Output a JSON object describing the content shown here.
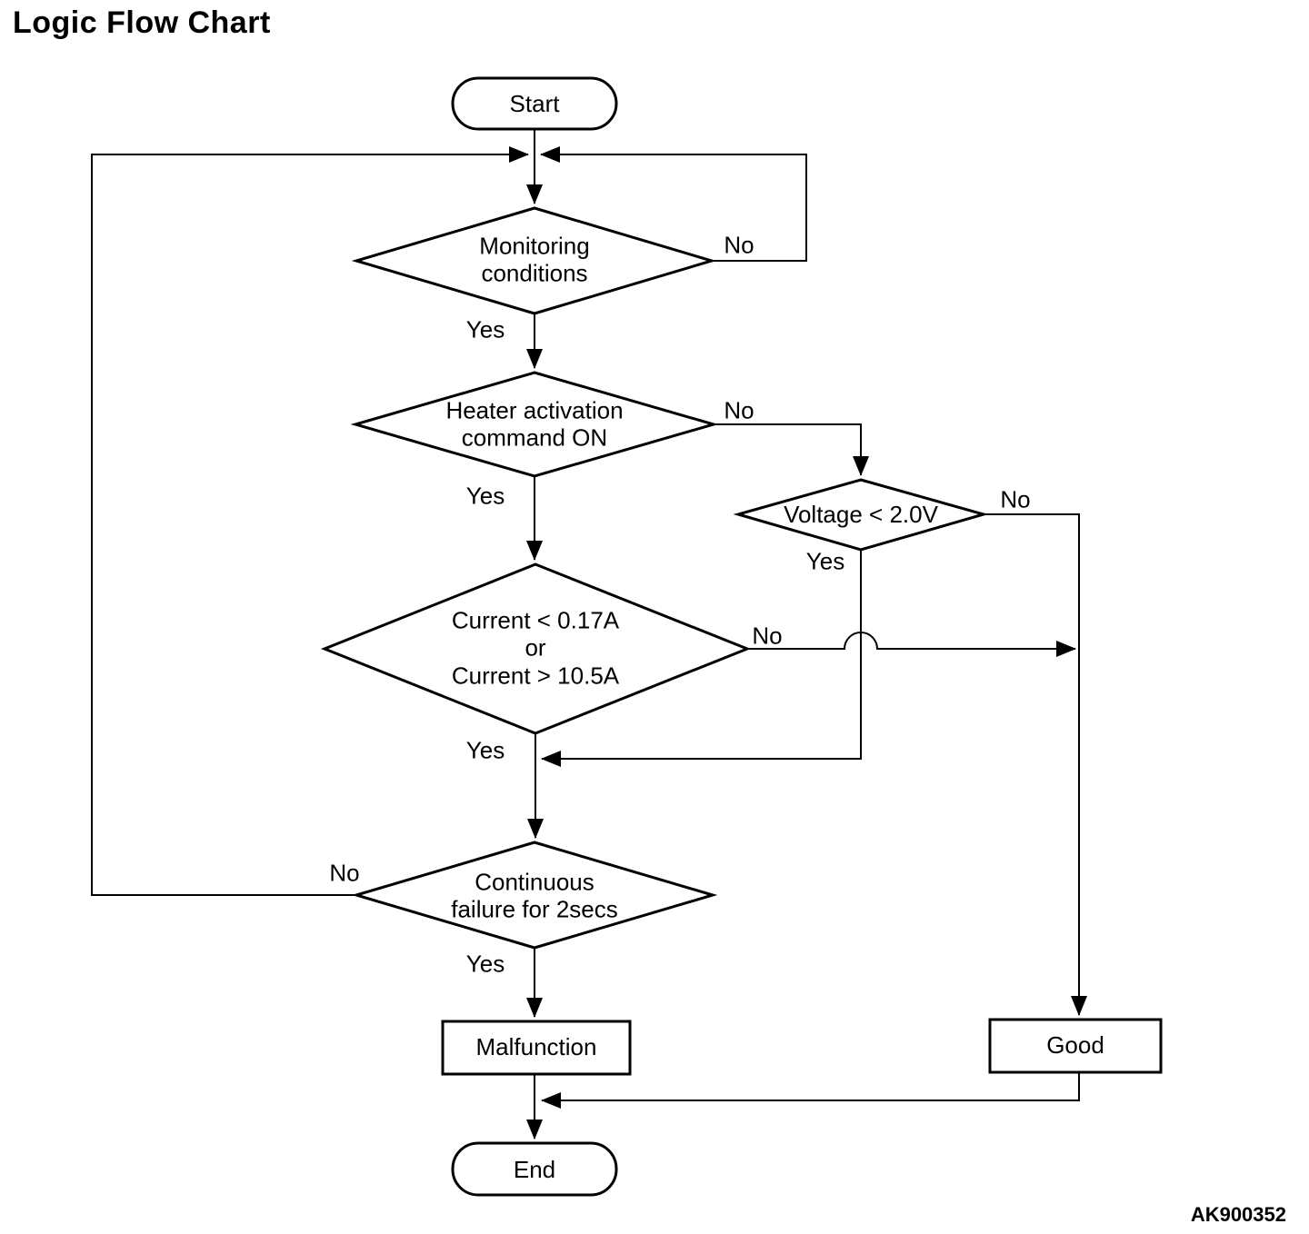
{
  "title": "Logic Flow Chart",
  "figure_code": "AK900352",
  "colors": {
    "line": "#000000",
    "background": "#ffffff"
  },
  "nodes": {
    "start": {
      "type": "terminator",
      "label": "Start"
    },
    "monitoring": {
      "type": "decision",
      "label": "Monitoring\nconditions"
    },
    "heater": {
      "type": "decision",
      "label": "Heater activation\ncommand ON"
    },
    "voltage": {
      "type": "decision",
      "label": "Voltage < 2.0V"
    },
    "current": {
      "type": "decision",
      "label": "Current < 0.17A\nor\nCurrent > 10.5A"
    },
    "continuous": {
      "type": "decision",
      "label": "Continuous\nfailure for 2secs"
    },
    "malfunction": {
      "type": "process",
      "label": "Malfunction"
    },
    "good": {
      "type": "process",
      "label": "Good"
    },
    "end": {
      "type": "terminator",
      "label": "End"
    }
  },
  "edges": [
    {
      "from": "start",
      "to": "monitoring",
      "label": ""
    },
    {
      "from": "monitoring",
      "to": "heater",
      "label": "Yes"
    },
    {
      "from": "monitoring",
      "to": "start-junction",
      "label": "No"
    },
    {
      "from": "heater",
      "to": "current",
      "label": "Yes"
    },
    {
      "from": "heater",
      "to": "voltage",
      "label": "No"
    },
    {
      "from": "voltage",
      "to": "current-yes-line",
      "label": "Yes"
    },
    {
      "from": "voltage",
      "to": "good",
      "label": "No"
    },
    {
      "from": "current",
      "to": "continuous",
      "label": "Yes"
    },
    {
      "from": "current",
      "to": "good",
      "label": "No"
    },
    {
      "from": "continuous",
      "to": "malfunction",
      "label": "Yes"
    },
    {
      "from": "continuous",
      "to": "start-junction",
      "label": "No"
    },
    {
      "from": "malfunction",
      "to": "end",
      "label": ""
    },
    {
      "from": "good",
      "to": "end",
      "label": ""
    }
  ]
}
